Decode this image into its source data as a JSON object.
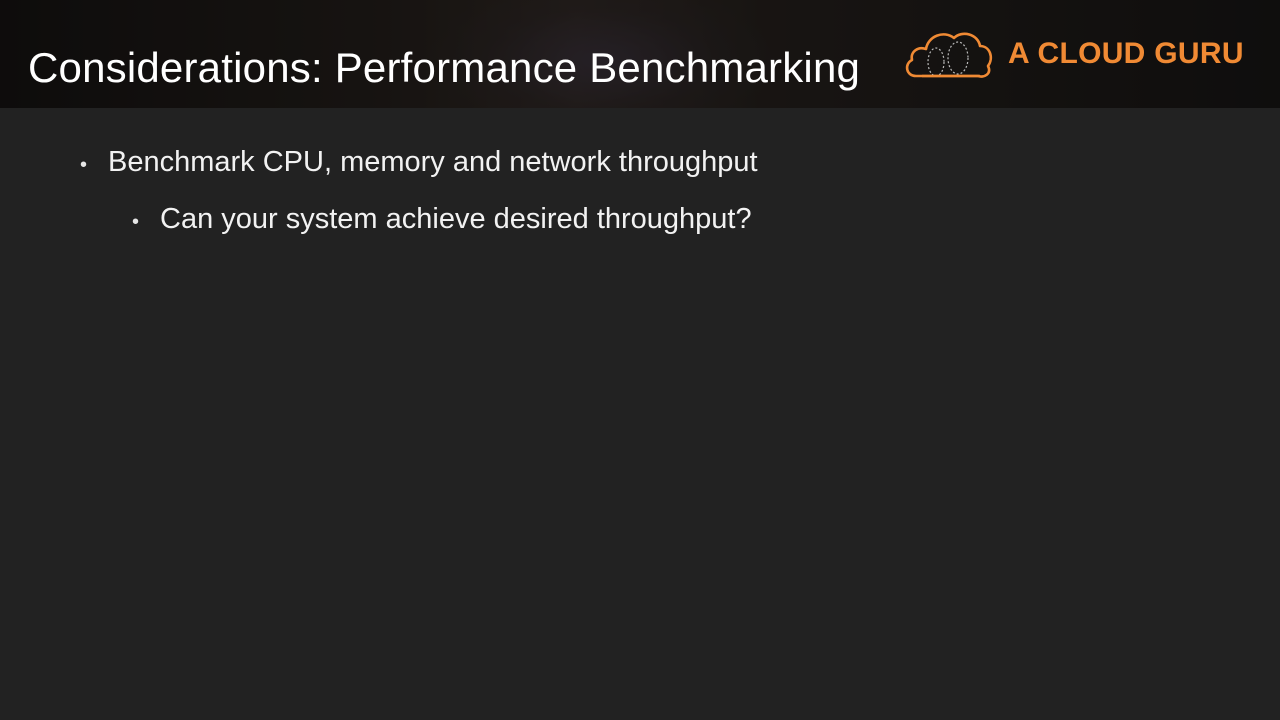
{
  "slide": {
    "title": "Considerations: Performance Benchmarking",
    "logo": {
      "icon": "cloud-logo-icon",
      "text": "A CLOUD GURU",
      "color": "#f08a34"
    },
    "bullets": [
      {
        "text": "Benchmark CPU, memory and network throughput",
        "level": 1
      },
      {
        "text": "Can your system achieve desired throughput?",
        "level": 2
      }
    ],
    "bullet_glyph": "•"
  }
}
